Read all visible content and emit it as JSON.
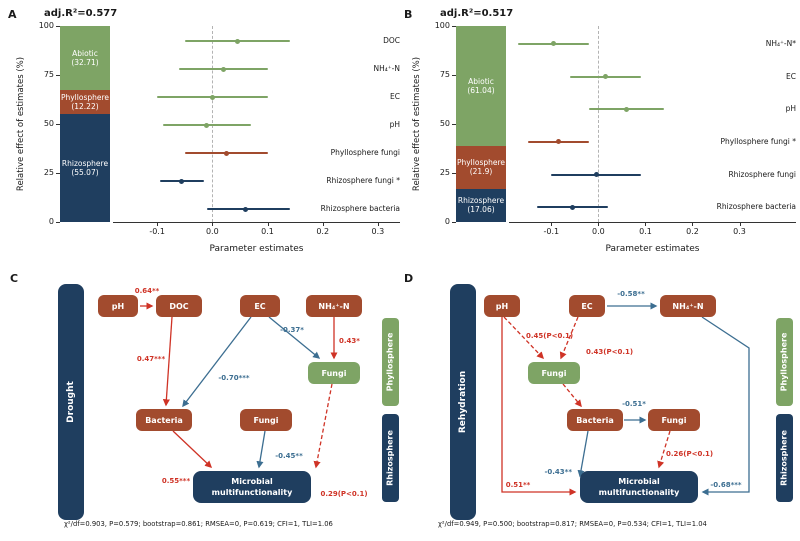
{
  "colors": {
    "abiotic_green": "#7ea465",
    "phyllosphere_brown": "#a24b2e",
    "rhizosphere_navy": "#1f3e5f",
    "positive_path_red": "#cf3326",
    "negative_path_blue": "#3c6e91",
    "zero_line_gray": "#b3b3b3",
    "axis_text": "#1a1a1a"
  },
  "chart_data": [
    {
      "type": "bar",
      "panel_label": "A",
      "title": "adj.R²=0.577",
      "ylabel": "Relative effect of estimates (%)",
      "ylim": [
        0,
        100
      ],
      "yticks": [
        "100",
        "75",
        "50",
        "25",
        "0"
      ],
      "stack_segments": [
        {
          "name": "Abiotic",
          "value": 32.71,
          "color_key": "abiotic_green"
        },
        {
          "name": "Phyllosphere",
          "value": 12.22,
          "color_key": "phyllosphere_brown"
        },
        {
          "name": "Rhizosphere",
          "value": 55.07,
          "color_key": "rhizosphere_navy"
        }
      ],
      "forest": {
        "type": "scatter",
        "xlabel": "Parameter estimates",
        "xlim": [
          -0.18,
          0.34
        ],
        "xticks": [
          "-0.1",
          "0.0",
          "0.1",
          "0.2",
          "0.3"
        ],
        "zero_line": true,
        "rows": [
          {
            "label": "DOC",
            "lo": -0.05,
            "hi": 0.14,
            "est": 0.045,
            "color_key": "abiotic_green"
          },
          {
            "label": "NH₄⁺-N",
            "lo": -0.06,
            "hi": 0.1,
            "est": 0.02,
            "color_key": "abiotic_green"
          },
          {
            "label": "EC",
            "lo": -0.1,
            "hi": 0.1,
            "est": 0.0,
            "color_key": "abiotic_green"
          },
          {
            "label": "pH",
            "lo": -0.09,
            "hi": 0.07,
            "est": -0.01,
            "color_key": "abiotic_green"
          },
          {
            "label": "Phyllosphere fungi",
            "lo": -0.05,
            "hi": 0.1,
            "est": 0.025,
            "color_key": "phyllosphere_brown"
          },
          {
            "label": "Rhizosphere fungi *",
            "lo": -0.095,
            "hi": -0.015,
            "est": -0.055,
            "color_key": "rhizosphere_navy"
          },
          {
            "label": "Rhizosphere bacteria",
            "lo": -0.01,
            "hi": 0.14,
            "est": 0.06,
            "color_key": "rhizosphere_navy"
          }
        ]
      }
    },
    {
      "type": "bar",
      "panel_label": "B",
      "title": "adj.R²=0.517",
      "ylabel": "Relative effect of estimates (%)",
      "ylim": [
        0,
        100
      ],
      "yticks": [
        "100",
        "75",
        "50",
        "25",
        "0"
      ],
      "stack_segments": [
        {
          "name": "Abiotic",
          "value": 61.04,
          "color_key": "abiotic_green"
        },
        {
          "name": "Phyllosphere",
          "value": 21.9,
          "color_key": "phyllosphere_brown"
        },
        {
          "name": "Rhizosphere",
          "value": 17.06,
          "color_key": "rhizosphere_navy"
        }
      ],
      "forest": {
        "type": "scatter",
        "xlabel": "Parameter estimates",
        "xlim": [
          -0.19,
          0.42
        ],
        "xticks": [
          "-0.1",
          "0.0",
          "0.1",
          "0.2",
          "0.3"
        ],
        "zero_line": true,
        "rows": [
          {
            "label": "NH₄⁺-N*",
            "lo": -0.17,
            "hi": -0.02,
            "est": -0.095,
            "color_key": "abiotic_green"
          },
          {
            "label": "EC",
            "lo": -0.06,
            "hi": 0.09,
            "est": 0.015,
            "color_key": "abiotic_green"
          },
          {
            "label": "pH",
            "lo": -0.02,
            "hi": 0.14,
            "est": 0.06,
            "color_key": "abiotic_green"
          },
          {
            "label": "Phyllosphere fungi *",
            "lo": -0.15,
            "hi": -0.02,
            "est": -0.085,
            "color_key": "phyllosphere_brown"
          },
          {
            "label": "Rhizosphere fungi",
            "lo": -0.1,
            "hi": 0.09,
            "est": -0.005,
            "color_key": "rhizosphere_navy"
          },
          {
            "label": "Rhizosphere bacteria",
            "lo": -0.13,
            "hi": 0.02,
            "est": -0.055,
            "color_key": "rhizosphere_navy"
          }
        ]
      }
    }
  ],
  "sem_panels": [
    {
      "panel_label": "C",
      "condition": "Drought",
      "tabs": {
        "phyllosphere": "Phyllosphere",
        "rhizosphere": "Rhizosphere"
      },
      "nodes": {
        "ph": "pH",
        "doc": "DOC",
        "ec": "EC",
        "nh4": "NH₄⁺-N",
        "fungi_phyllo": "Fungi",
        "bacteria": "Bacteria",
        "fungi_rhizo": "Fungi",
        "multi1": "Microbial",
        "multi2": "multifunctionality"
      },
      "edges": [
        {
          "from": "pH",
          "to": "DOC",
          "label": "0.64**",
          "sign": "positive",
          "style": "solid"
        },
        {
          "from": "DOC",
          "to": "Bacteria",
          "label": "0.47***",
          "sign": "positive",
          "style": "solid"
        },
        {
          "from": "EC",
          "to": "Bacteria",
          "label": "-0.70***",
          "sign": "negative",
          "style": "solid"
        },
        {
          "from": "EC",
          "to": "Phyllosphere Fungi",
          "label": "-0.37*",
          "sign": "negative",
          "style": "solid"
        },
        {
          "from": "NH₄⁺-N",
          "to": "Phyllosphere Fungi",
          "label": "0.43*",
          "sign": "positive",
          "style": "solid"
        },
        {
          "from": "Bacteria",
          "to": "Microbial multifunctionality",
          "label": "0.55***",
          "sign": "positive",
          "style": "solid"
        },
        {
          "from": "Rhizosphere Fungi",
          "to": "Microbial multifunctionality",
          "label": "-0.45**",
          "sign": "negative",
          "style": "solid"
        },
        {
          "from": "Phyllosphere Fungi",
          "to": "Microbial multifunctionality",
          "label": "0.29(P<0.1)",
          "sign": "positive",
          "style": "dashed"
        }
      ],
      "fit_note": "χ²/df=0.903, P=0.579; bootstrap=0.861; RMSEA=0, P=0.619; CFI=1, TLI=1.06"
    },
    {
      "panel_label": "D",
      "condition": "Rehydration",
      "tabs": {
        "phyllosphere": "Phyllosphere",
        "rhizosphere": "Rhizosphere"
      },
      "nodes": {
        "ph": "pH",
        "ec": "EC",
        "nh4": "NH₄⁺-N",
        "fungi_phyllo": "Fungi",
        "bacteria": "Bacteria",
        "fungi_rhizo": "Fungi",
        "multi1": "Microbial",
        "multi2": "multifunctionality"
      },
      "edges": [
        {
          "from": "EC",
          "to": "NH₄⁺-N",
          "label": "-0.58**",
          "sign": "negative",
          "style": "solid"
        },
        {
          "from": "pH",
          "to": "Phyllosphere Fungi",
          "label": "0.45(P<0.1)",
          "sign": "positive",
          "style": "dashed"
        },
        {
          "from": "EC",
          "to": "Phyllosphere Fungi",
          "label": "0.43(P<0.1)",
          "sign": "positive",
          "style": "dashed"
        },
        {
          "from": "Phyllosphere Fungi",
          "to": "Bacteria",
          "label": "",
          "sign": "positive",
          "style": "dashed"
        },
        {
          "from": "Bacteria",
          "to": "Rhizosphere Fungi",
          "label": "-0.51*",
          "sign": "negative",
          "style": "solid"
        },
        {
          "from": "Rhizosphere Fungi",
          "to": "Microbial multifunctionality",
          "label": "0.26(P<0.1)",
          "sign": "positive",
          "style": "dashed"
        },
        {
          "from": "Bacteria",
          "to": "Microbial multifunctionality",
          "label": "-0.43**",
          "sign": "negative",
          "style": "solid"
        },
        {
          "from": "pH",
          "to": "Microbial multifunctionality",
          "label": "0.51**",
          "sign": "positive",
          "style": "solid"
        },
        {
          "from": "NH₄⁺-N",
          "to": "Microbial multifunctionality",
          "label": "-0.68***",
          "sign": "negative",
          "style": "solid"
        }
      ],
      "fit_note": "χ²/df=0.949, P=0.500; bootstrap=0.817; RMSEA=0, P=0.534; CFI=1, TLI=1.04"
    }
  ]
}
